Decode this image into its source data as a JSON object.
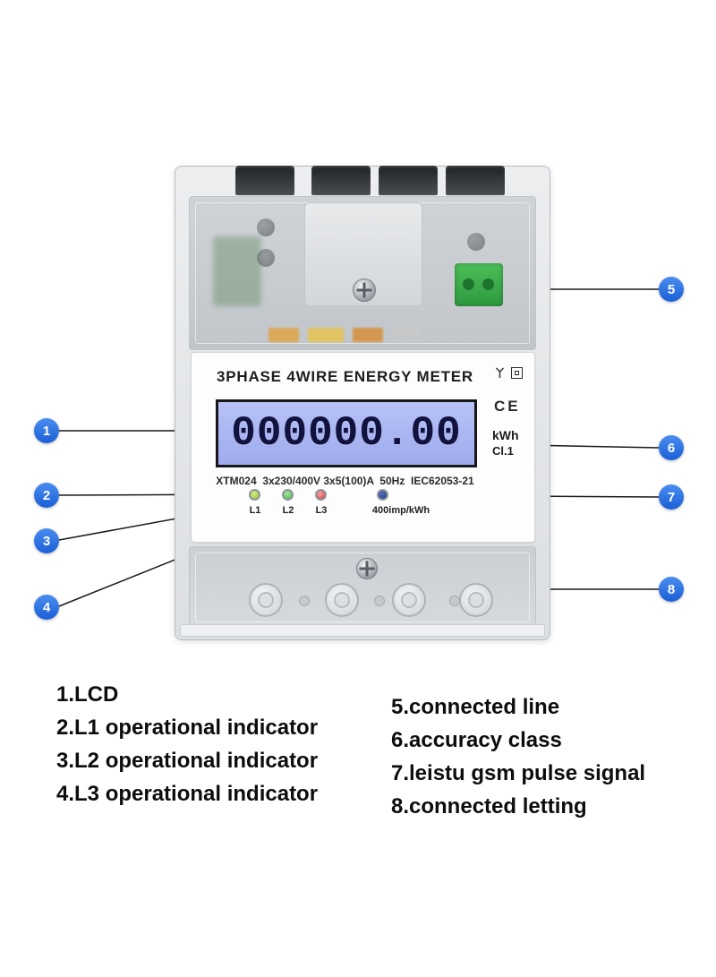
{
  "meter": {
    "title": "3PHASE 4WIRE ENERGY METER",
    "lcd_value": "000000.00",
    "unit": "kWh",
    "accuracy_class": "Cl.1",
    "ce_mark": "CE",
    "spec_line": "XTM024  3x230/400V 3x5(100)A  50Hz  IEC62053-21",
    "leds": [
      {
        "label": "L1",
        "color": "#8fc32f"
      },
      {
        "label": "L2",
        "color": "#46b04b"
      },
      {
        "label": "L3",
        "color": "#d93b3b"
      }
    ],
    "pulse_label": "400imp/kWh",
    "icons": {
      "tariff": "y-branch-symbol",
      "double_insulation": "square-in-square"
    }
  },
  "callouts": [
    "1",
    "2",
    "3",
    "4",
    "5",
    "6",
    "7",
    "8"
  ],
  "legend": {
    "left": [
      "1.LCD",
      "2.L1 operational indicator",
      "3.L2 operational indicator",
      "4.L3 operational indicator"
    ],
    "right": [
      "5.connected line",
      "6.accuracy class",
      "7.leistu gsm pulse signal",
      "8.connected letting"
    ]
  },
  "colors": {
    "callout_blue": "#2273e8",
    "lcd_background": "#aeb9f2",
    "lcd_digits": "#12123f",
    "terminal_green": "#3fae4a",
    "led_l1": "#8fc32f",
    "led_l2": "#46b04b",
    "led_l3": "#d93b3b",
    "pulse_led": "#253a85"
  }
}
